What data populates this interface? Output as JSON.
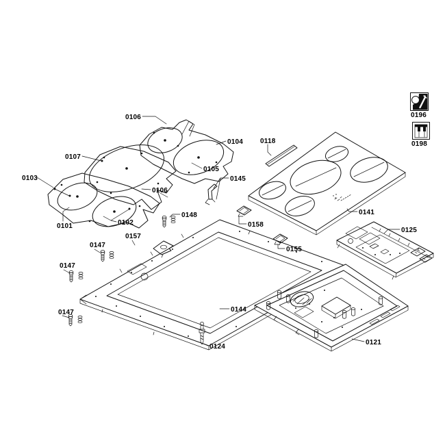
{
  "page": {
    "background": "#ffffff",
    "line_color": "#111111"
  },
  "legend": {
    "service_label": "0196",
    "tools_label": "0198"
  },
  "callouts": {
    "c0106_top": "0106",
    "c0104": "0104",
    "c0107": "0107",
    "c0105": "0105",
    "c0103": "0103",
    "c0145": "0145",
    "c0118": "0118",
    "c0106_side": "0106",
    "c0101": "0101",
    "c0102": "0102",
    "c0148": "0148",
    "c0158": "0158",
    "c0141": "0141",
    "c0125": "0125",
    "c0147_a": "0147",
    "c0157": "0157",
    "c0155": "0155",
    "c0147_b": "0147",
    "c0144": "0144",
    "c0147_c": "0147",
    "c0124": "0124",
    "c0121": "0121"
  }
}
